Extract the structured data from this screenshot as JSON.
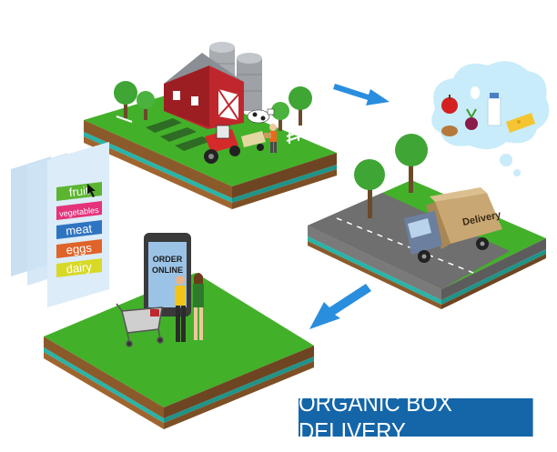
{
  "banner": {
    "title": "ORGANIC BOX DELIVERY"
  },
  "truck": {
    "label": "Delivery"
  },
  "phone": {
    "screen_line1": "ORDER",
    "screen_line2": "ONLINE"
  },
  "menu": {
    "items": [
      {
        "label": "fruit",
        "color": "#5cb531"
      },
      {
        "label": "vegetables",
        "color": "#e5337a"
      },
      {
        "label": "meat",
        "color": "#2f74c0"
      },
      {
        "label": "eggs",
        "color": "#e0632a"
      },
      {
        "label": "dairy",
        "color": "#d8d926"
      }
    ]
  },
  "colors": {
    "grass": "#43b02a",
    "grass_dark": "#3a9a25",
    "soil": "#8b5a2b",
    "layer_teal": "#28b4a8",
    "arrow": "#2a8ede",
    "banner": "#1466a8",
    "barn": "#c0272d",
    "tractor": "#d42a2a"
  },
  "icons": [
    "barn-icon",
    "silo-icon",
    "tractor-icon",
    "cow-icon",
    "truck-icon",
    "smartphone-icon",
    "shopping-cart-icon",
    "arrow-icon",
    "thought-bubble-icon",
    "apple-icon",
    "egg-icon",
    "milk-bottle-icon",
    "cheese-icon",
    "potato-icon",
    "beet-icon",
    "cursor-icon"
  ]
}
